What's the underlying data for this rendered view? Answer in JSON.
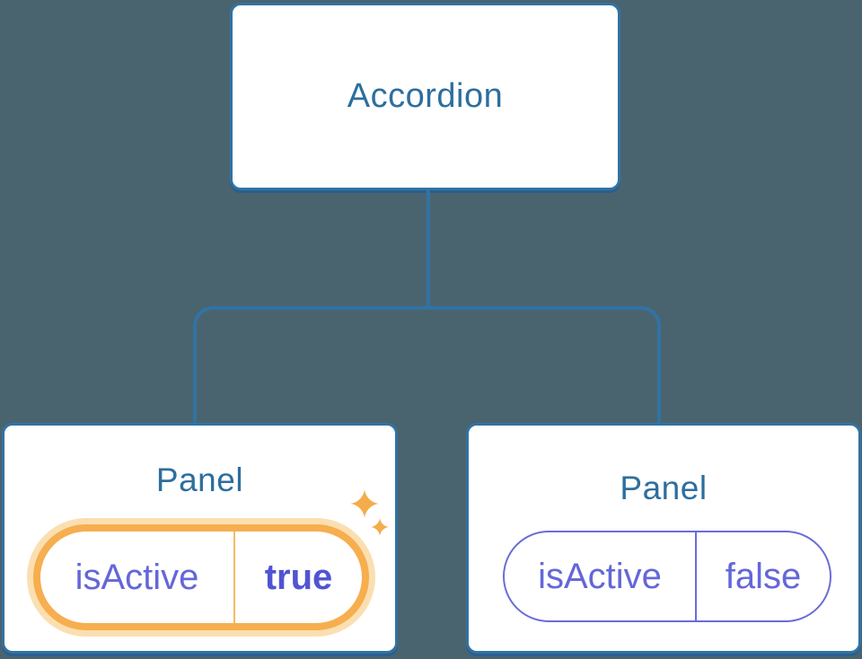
{
  "diagram": {
    "title": "component-state-tree",
    "root": {
      "label": "Accordion"
    },
    "panels": [
      {
        "title": "Panel",
        "state_key": "isActive",
        "state_value": "true",
        "highlighted": true,
        "icon": "sparkle-icon"
      },
      {
        "title": "Panel",
        "state_key": "isActive",
        "state_value": "false",
        "highlighted": false
      }
    ]
  },
  "colors": {
    "background": "#4A646F",
    "node_fill": "#FFFFFF",
    "node_border_blue": "#3173A3",
    "node_shadow_blue": "#2A5F8C",
    "node_text_blue": "#2D6E9E",
    "connector_blue": "#3173A3",
    "state_purple": "#6467D8",
    "state_purple_bold": "#5154D2",
    "highlight_orange": "#F6AE4F",
    "highlight_glow": "#FBDFB1",
    "sparkle_orange": "#F5AC4B"
  }
}
